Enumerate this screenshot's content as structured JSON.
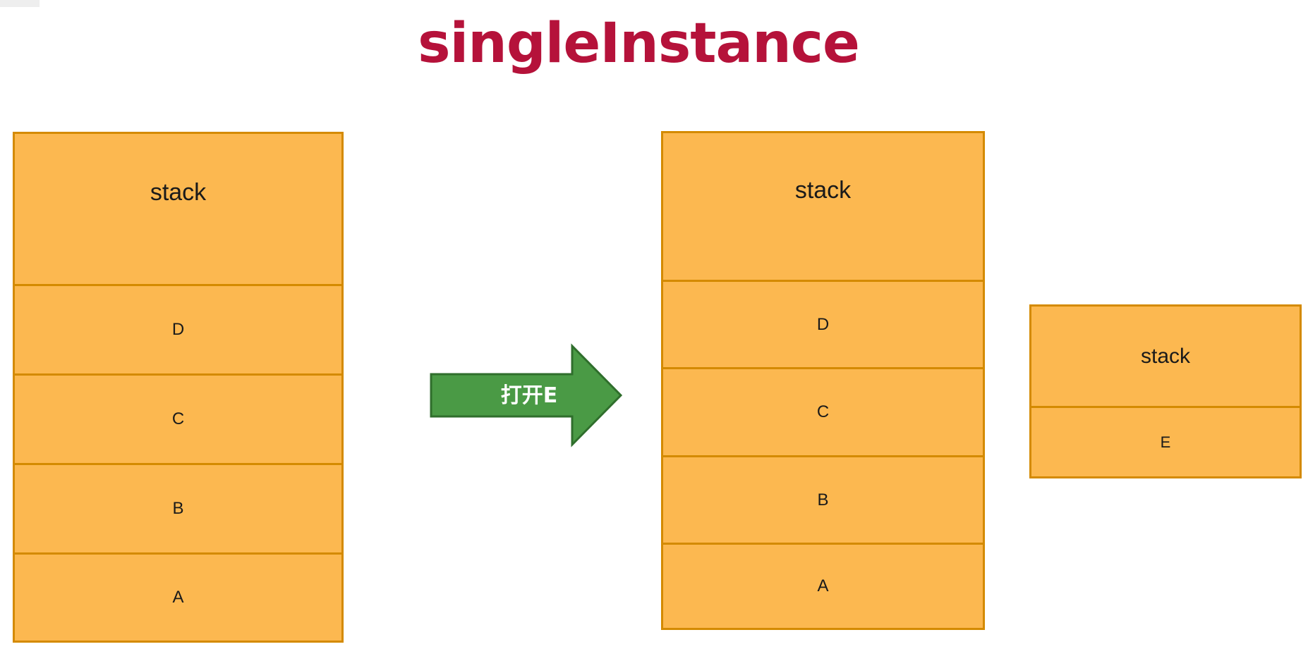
{
  "title": "singleInstance",
  "arrow_label": "打开E",
  "colors": {
    "title": "#b5123a",
    "box_fill": "#fcb850",
    "box_border": "#d48a00",
    "arrow_fill": "#4a9a45",
    "arrow_border": "#2f6e2c"
  },
  "stacks": {
    "left": {
      "header": "stack",
      "items": [
        "D",
        "C",
        "B",
        "A"
      ]
    },
    "middle": {
      "header": "stack",
      "items": [
        "D",
        "C",
        "B",
        "A"
      ]
    },
    "right": {
      "header": "stack",
      "items": [
        "E"
      ]
    }
  }
}
